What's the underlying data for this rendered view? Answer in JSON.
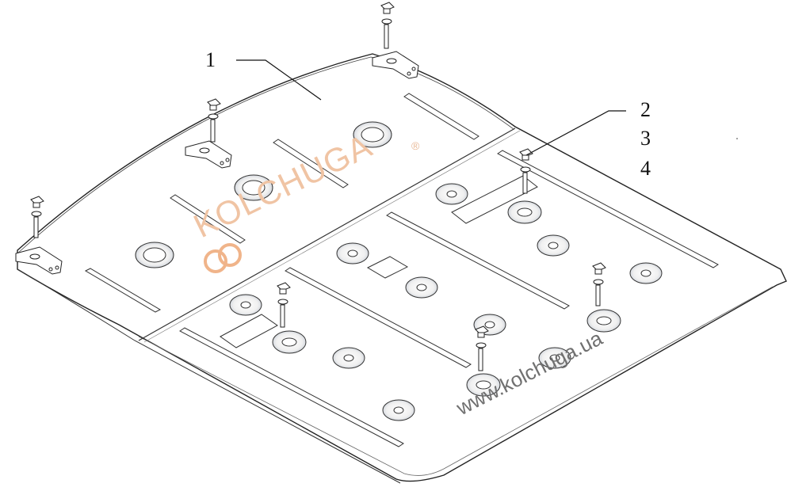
{
  "callouts": [
    {
      "id": "1",
      "text": "1"
    },
    {
      "id": "2",
      "text": "2"
    },
    {
      "id": "3",
      "text": "3"
    },
    {
      "id": "4",
      "text": "4"
    }
  ],
  "watermark": {
    "brand": "KOLCHUGA",
    "registered": "®",
    "url": "www.kolchuga.ua",
    "color": "#f0b48a"
  }
}
